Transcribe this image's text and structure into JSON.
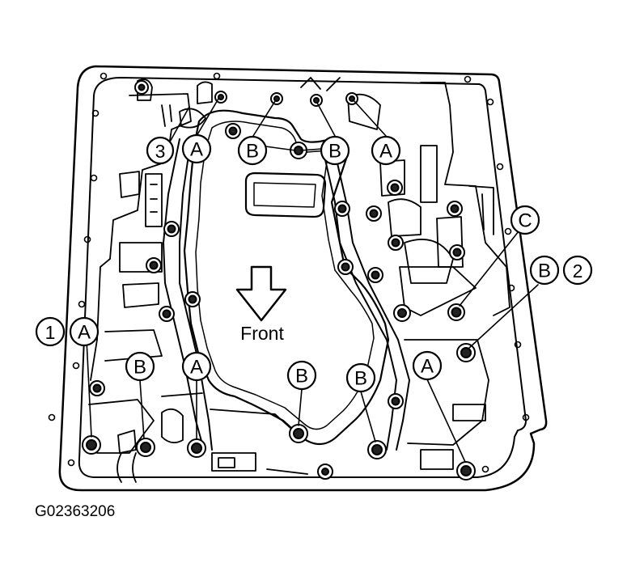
{
  "figure_id": "G02363206",
  "direction_label": "Front",
  "callouts": {
    "num1": "1",
    "num2": "2",
    "num3": "3",
    "A": "A",
    "B": "B",
    "C": "C"
  }
}
